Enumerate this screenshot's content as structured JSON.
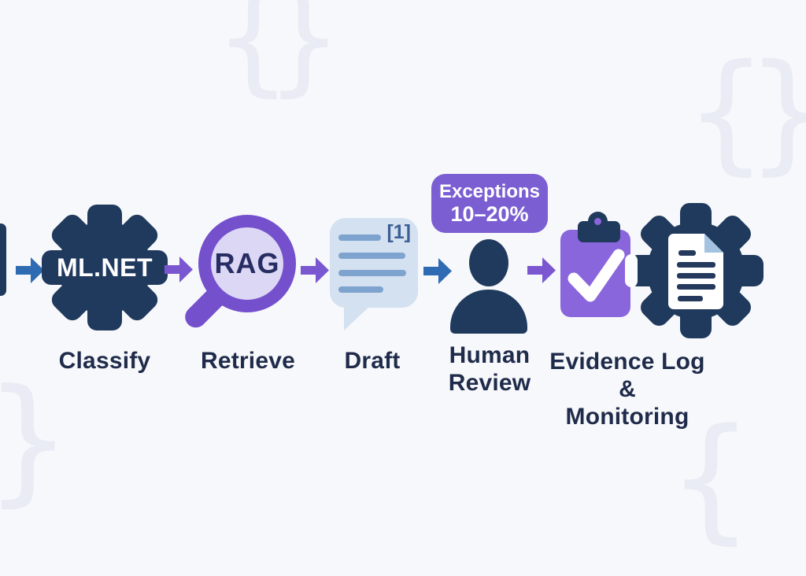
{
  "diagram": {
    "title_hint": "AI document pipeline flow",
    "steps": [
      {
        "name": "classify",
        "icon": "gear-icon",
        "icon_text": "ML.NET",
        "label": "Classify"
      },
      {
        "name": "retrieve",
        "icon": "magnifier-icon",
        "icon_text": "RAG",
        "label": "Retrieve"
      },
      {
        "name": "draft",
        "icon": "speech-bubble-icon",
        "citation_marker": "[1]",
        "label": "Draft"
      },
      {
        "name": "human-review",
        "icon": "person-icon",
        "badge": {
          "line1": "Exceptions",
          "line2": "10–20%"
        },
        "label_line1": "Human",
        "label_line2": "Review"
      },
      {
        "name": "evidence-log-monitoring",
        "icons": [
          "clipboard-check-icon",
          "gear-document-icon"
        ],
        "label_line1": "Evidence Log &",
        "label_line2": "Monitoring"
      }
    ],
    "arrows": [
      {
        "between": "start-classify",
        "color": "#2f6bb2"
      },
      {
        "between": "classify-retrieve",
        "color": "#7a57d1"
      },
      {
        "between": "retrieve-draft",
        "color": "#7a57d1"
      },
      {
        "between": "draft-human-review",
        "color": "#2f6bb2"
      },
      {
        "between": "human-review-evidence",
        "color": "#7a57d1"
      }
    ],
    "colors": {
      "background": "#f7f8fb",
      "navy": "#203a5e",
      "label_text": "#1f2b4a",
      "badge_purple": "#7a5ed2",
      "clipboard_purple": "#8a66dc",
      "magnifier_purple": "#7450cd",
      "magnifier_fill": "#dcd7f4",
      "bubble_blue": "#d3e1f1",
      "bubble_line_blue": "#7fa3cf",
      "brace_gray": "#e9ecf4"
    },
    "decorations": {
      "brace_open": "{",
      "brace_close": "}"
    }
  }
}
